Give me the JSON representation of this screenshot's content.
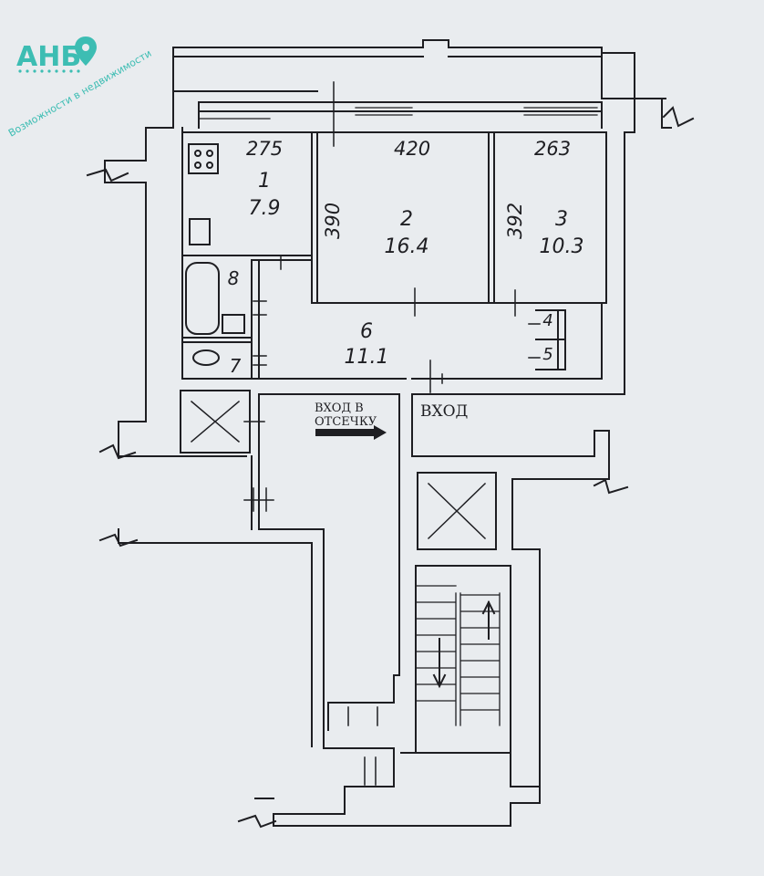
{
  "logo": {
    "name": "АНБ",
    "slogan": "Возможности в недвижимости",
    "color": "#3dbdb3"
  },
  "rooms": [
    {
      "id": "1",
      "area": "7.9"
    },
    {
      "id": "2",
      "area": "16.4"
    },
    {
      "id": "3",
      "area": "10.3"
    },
    {
      "id": "4",
      "area": ""
    },
    {
      "id": "5",
      "area": ""
    },
    {
      "id": "6",
      "area": "11.1"
    },
    {
      "id": "7",
      "area": ""
    },
    {
      "id": "8",
      "area": ""
    }
  ],
  "dimensions": {
    "room1_width": "275",
    "room2_width": "420",
    "room3_width": "263",
    "room2_depth": "390",
    "room3_depth": "392"
  },
  "labels": {
    "entrance_compartment_line1": "ВХОД В",
    "entrance_compartment_line2": "ОТСЕЧКУ",
    "entrance": "ВХОД"
  },
  "colors": {
    "paper": "#e9ecef",
    "ink": "#1e1e22"
  }
}
